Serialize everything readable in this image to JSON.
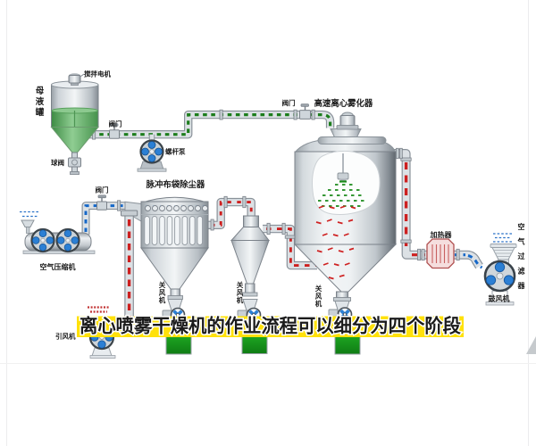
{
  "figure": {
    "type": "process-flow-diagram"
  },
  "subtitle": {
    "text": "离心喷雾干燥机的作业流程可以细分为四个阶段",
    "bg_color": "#ffe10a",
    "text_color": "#0a0a0a"
  },
  "labels": {
    "tank": "母液罐",
    "stir_motor": "搅拌电机",
    "ball_valve": "球阀",
    "valve_feed": "阀门",
    "screw_pump": "螺杆泵",
    "valve_top": "阀门",
    "atomizer": "高速离心雾化器",
    "dust_collector": "脉冲布袋除尘器",
    "compressor": "空气压缩机",
    "valve_air": "阀门",
    "induced_fan": "引风机",
    "airlock_dc": "关风机",
    "airlock_cyclone": "关风机",
    "airlock_tower": "关风机",
    "heater": "加热器",
    "air_filter": "空气过滤器",
    "blower": "鼓风机"
  },
  "colors": {
    "pipe_fill": "#dce1e5",
    "pipe_border": "#868e95",
    "green_dash": "#1c7d1c",
    "blue_dash": "#1668c8",
    "red_dash": "#cd2020",
    "bin_green": "#17981c",
    "heater_pink": "#f3d8d8",
    "fan_blue": "#2b7fd4",
    "subtitle_yellow": "#ffe10a"
  }
}
